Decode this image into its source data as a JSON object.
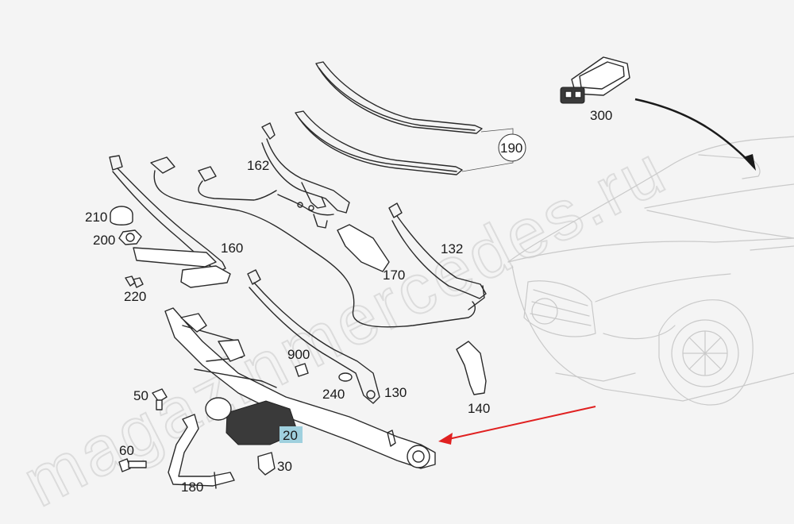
{
  "watermark": {
    "text": "magazinmercedes.ru"
  },
  "callouts": {
    "p190": "190",
    "p300": "300",
    "p162": "162",
    "p210": "210",
    "p200": "200",
    "p160": "160",
    "p132": "132",
    "p170": "170",
    "p220": "220",
    "p900": "900",
    "p240": "240",
    "p130": "130",
    "p50": "50",
    "p20": "20",
    "p140": "140",
    "p60": "60",
    "p30": "30",
    "p180": "180"
  },
  "colors": {
    "highlight": "#9fd0de",
    "pointer_arrow": "#e02020",
    "car_outline": "#c9c9c9",
    "background": "#f4f4f4"
  },
  "icons": {
    "arrow_to_car": "curved-arrow-icon",
    "red_pointer": "red-arrow-icon"
  }
}
